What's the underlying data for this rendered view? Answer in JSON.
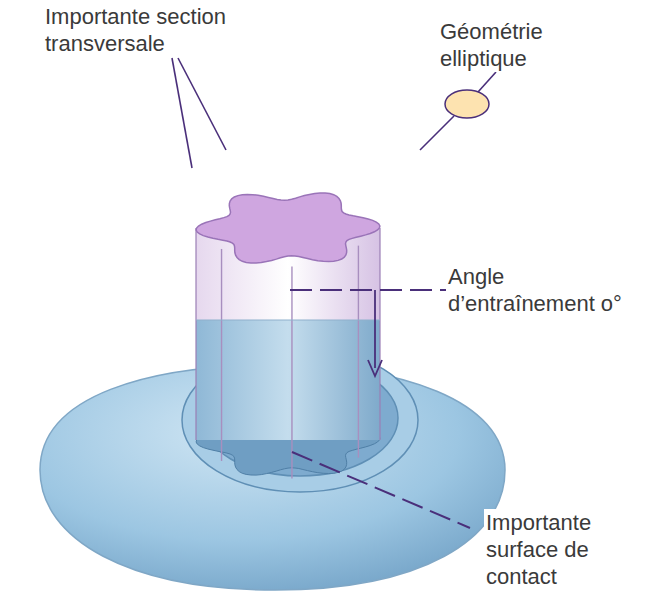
{
  "diagram": {
    "labels": [
      "Importante section transversale",
      "Géométrie elliptique",
      "Angle d’entraînement o°",
      "Importante surface de contact"
    ]
  }
}
